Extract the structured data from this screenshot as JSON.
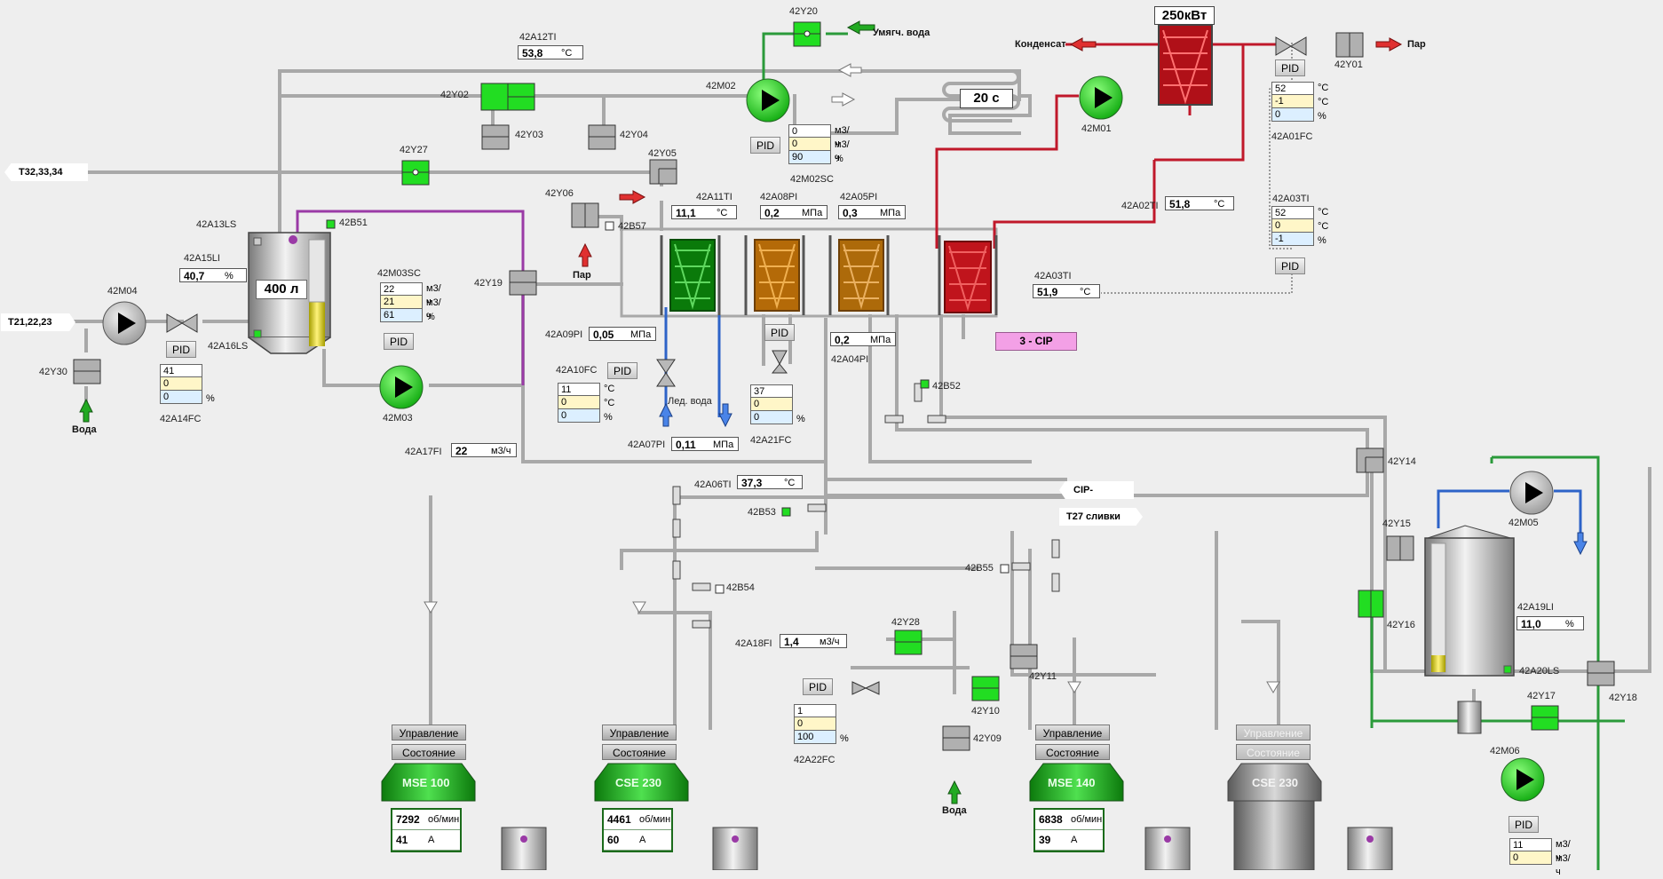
{
  "colors": {
    "pipe": "#a9a9a9",
    "hot": "#c0182a",
    "green": "#2a9a3a",
    "blue": "#2d63c8",
    "purple": "#9a3aa6",
    "valve_on": "#22dd22"
  },
  "tags": {
    "y20": "42Y20",
    "umyagch": "Умягч. вода",
    "a12ti": "42A12TI",
    "y02": "42Y02",
    "m02": "42M02",
    "y03": "42Y03",
    "y04": "42Y04",
    "y05": "42Y05",
    "y27": "42Y27",
    "t32": "Т32,33,34",
    "m02sc": "42M02SC",
    "power": "250кВт",
    "kondensat": "Конденсат",
    "par1": "Пар",
    "y01": "42Y01",
    "m01": "42M01",
    "a01fc": "42A01FC",
    "a02ti": "42A02TI",
    "a03ti_r": "42A03TI",
    "y06": "42Y06",
    "par2": "Пар",
    "b57": "42B57",
    "a11ti": "42A11TI",
    "a08pi": "42A08PI",
    "a05pi": "42A05PI",
    "a13ls": "42A13LS",
    "b51": "42B51",
    "a15li": "42A15LI",
    "tank_vol": "400 л",
    "m04": "42M04",
    "t21": "Т21,22,23",
    "a16ls": "42A16LS",
    "m03sc": "42M03SC",
    "y19": "42Y19",
    "a03ti_l": "42A03TI",
    "y30": "42Y30",
    "voda1": "Вода",
    "a14fc": "42A14FC",
    "m03": "42M03",
    "a09pi": "42A09PI",
    "a10fc": "42A10FC",
    "led_voda": "Лед. вода",
    "a07pi": "42A07PI",
    "a21fc": "42A21FC",
    "a04pi": "42A04PI",
    "cip3": "3 - CIP",
    "b52": "42B52",
    "a17fi": "42A17FI",
    "a06ti": "42A06TI",
    "b53": "42B53",
    "cip_minus": "CIP-",
    "t27": "Т27 сливки",
    "y14": "42Y14",
    "m05": "42M05",
    "y15": "42Y15",
    "b54": "42B54",
    "b55": "42B55",
    "y16": "42Y16",
    "a19li": "42A19LI",
    "a18fi": "42A18FI",
    "y28": "42Y28",
    "y11": "42Y11",
    "y10": "42Y10",
    "a20ls": "42A20LS",
    "y17": "42Y17",
    "y18": "42Y18",
    "y09": "42Y09",
    "a22fc": "42A22FC",
    "voda2": "Вода",
    "m06": "42M06",
    "timer": "20 с"
  },
  "values": {
    "a12ti": "53,8",
    "a11ti": "11,1",
    "a08pi": "0,2",
    "a05pi": "0,3",
    "a02ti": "51,8",
    "a03ti": "51,9",
    "a15li": "40,7",
    "a09pi": "0,05",
    "a07pi": "0,11",
    "a04pi": "0,2",
    "a17fi": "22",
    "a06ti": "37,3",
    "a18fi": "1,4",
    "a19li": "11,0"
  },
  "units": {
    "degc": "°C",
    "mpa": "МПа",
    "pct": "%",
    "m3h": "м3/ч",
    "rpm": "об/мин",
    "amp": "A"
  },
  "pid": {
    "label": "PID"
  },
  "m02sc": [
    "0",
    "0",
    "90"
  ],
  "m03sc": [
    "22",
    "21",
    "61"
  ],
  "a01fc": [
    "52",
    "-1",
    "0"
  ],
  "a03fc": [
    "52",
    "0",
    "-1"
  ],
  "a14fc": [
    "41",
    "0",
    "0"
  ],
  "a10fc": [
    "11",
    "0",
    "0"
  ],
  "a21fc": [
    "37",
    "0",
    "0"
  ],
  "a22fc": [
    "1",
    "0",
    "100"
  ],
  "m06sc": [
    "11",
    "0"
  ],
  "separators": [
    {
      "ctrl": "Управление",
      "state": "Состояние",
      "name": "MSE 100",
      "rpm": "7292",
      "amp": "41",
      "disabled": false
    },
    {
      "ctrl": "Управление",
      "state": "Состояние",
      "name": "CSE 230",
      "rpm": "4461",
      "amp": "60",
      "disabled": false
    },
    {
      "ctrl": "Управление",
      "state": "Состояние",
      "name": "MSE 140",
      "rpm": "6838",
      "amp": "39",
      "disabled": false
    },
    {
      "ctrl": "Управление",
      "state": "Состояние",
      "name": "CSE 230",
      "rpm": "",
      "amp": "",
      "disabled": true
    }
  ]
}
